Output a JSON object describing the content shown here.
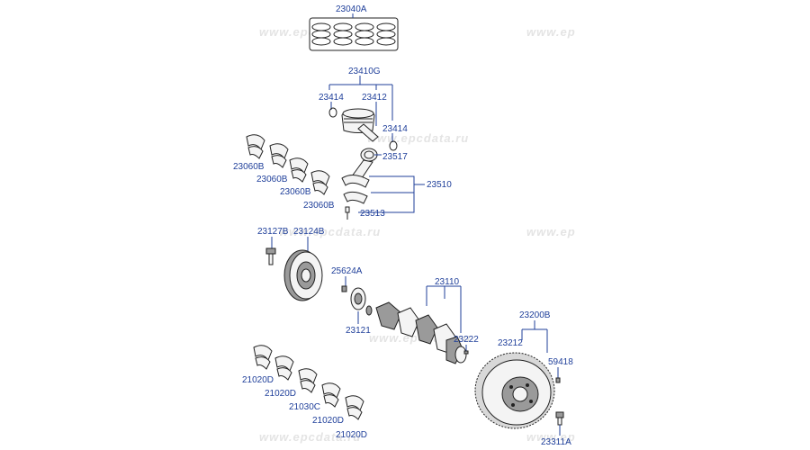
{
  "watermark": {
    "text_a": "www.epcdata.ru",
    "text_b": "www.ep",
    "text_c": "www.epcdata.ru"
  },
  "parts": {
    "p23040A": "23040A",
    "p23410G": "23410G",
    "p23414a": "23414",
    "p23412": "23412",
    "p23414b": "23414",
    "p23517": "23517",
    "p23510": "23510",
    "p23513": "23513",
    "p23060B_1": "23060B",
    "p23060B_2": "23060B",
    "p23060B_3": "23060B",
    "p23060B_4": "23060B",
    "p23127B": "23127B",
    "p23124B": "23124B",
    "p25624A": "25624A",
    "p23110": "23110",
    "p23121": "23121",
    "p23222": "23222",
    "p23200B": "23200B",
    "p23212": "23212",
    "p59418": "59418",
    "p23311A": "23311A",
    "p21020D_1": "21020D",
    "p21020D_2": "21020D",
    "p21030C": "21030C",
    "p21020D_3": "21020D",
    "p21020D_4": "21020D"
  }
}
